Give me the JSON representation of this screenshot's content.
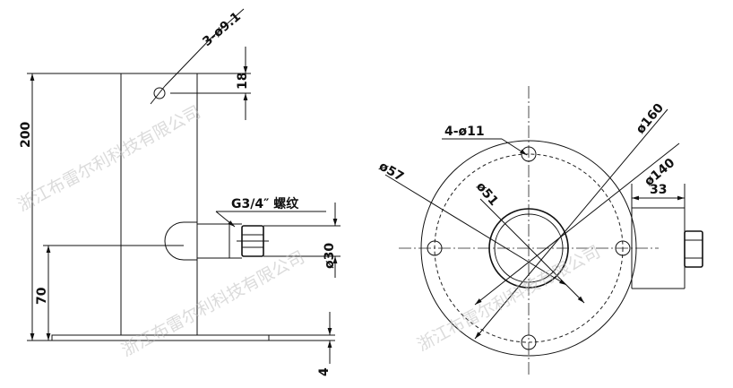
{
  "front_view": {
    "dims": {
      "holes": "3-ø9.1",
      "offset": "18",
      "height": "200",
      "outlet_height": "70",
      "plate": "4",
      "pipe_dia": "ø30",
      "thread": "G3/4″ 螺纹"
    }
  },
  "top_view": {
    "dims": {
      "holes": "4-ø11",
      "outer": "ø160",
      "pcd": "ø140",
      "bore": "ø57",
      "inner": "ø51",
      "outlet": "33"
    }
  },
  "watermark": "浙江布雷尔利科技有限公司"
}
